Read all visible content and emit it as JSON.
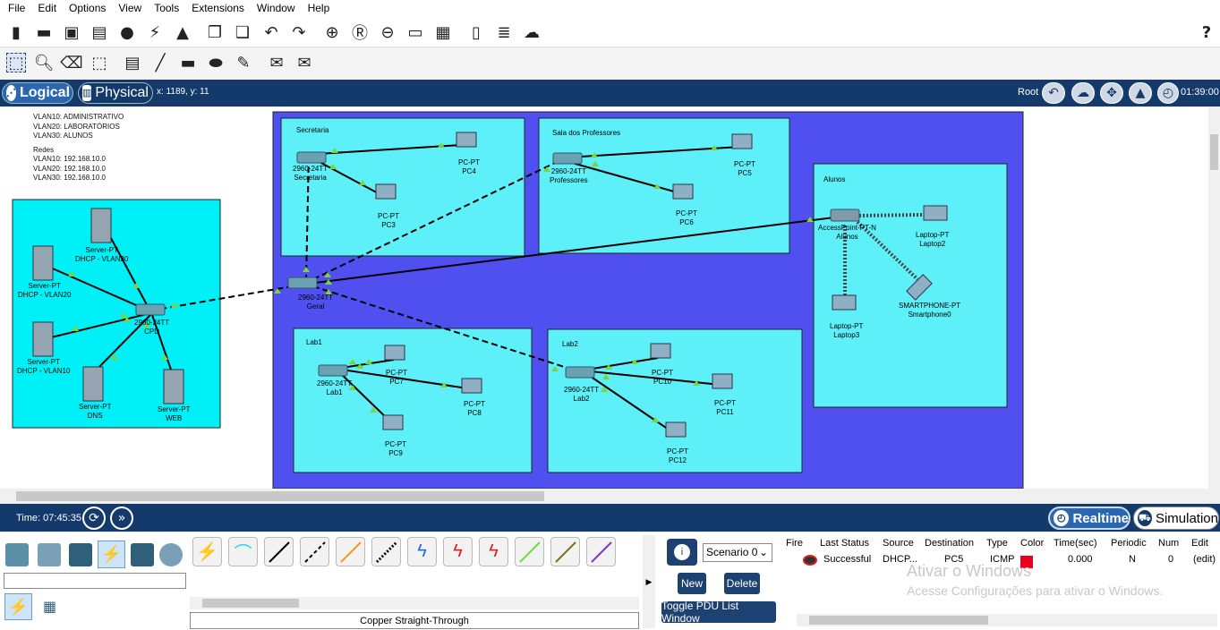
{
  "menu": [
    "File",
    "Edit",
    "Options",
    "View",
    "Tools",
    "Extensions",
    "Window",
    "Help"
  ],
  "help_label": "?",
  "mode_bar": {
    "logical": "Logical",
    "physical": "Physical",
    "coords": "x: 1189, y: 11",
    "root": "Root",
    "clock": "01:39:00"
  },
  "legend": {
    "lines": [
      "VLAN10: ADMINISTRATIVO",
      "VLAN20: LABORATÓRIOS",
      "VLAN30: ALUNOS",
      "Redes",
      "VLAN10: 192.168.10.0",
      "VLAN20: 192.168.10.0",
      "VLAN30: 192.168.10.0"
    ]
  },
  "areas": {
    "secretaria": "Secretaria",
    "professores": "Sala dos Professores",
    "alunos": "Alunos",
    "lab1": "Lab1",
    "lab2": "Lab2"
  },
  "devices": [
    {
      "id": "sw-geral",
      "l1": "2960-24TT",
      "l2": "Geral"
    },
    {
      "id": "sw-cpd",
      "l1": "2960-24TT",
      "l2": "CPD"
    },
    {
      "id": "sw-sec",
      "l1": "2960-24TT",
      "l2": "Secretaria"
    },
    {
      "id": "sw-prof",
      "l1": "2960-24TT",
      "l2": "Professores"
    },
    {
      "id": "sw-lab1",
      "l1": "2960-24TT",
      "l2": "Lab1"
    },
    {
      "id": "sw-lab2",
      "l1": "2960-24TT",
      "l2": "Lab2"
    },
    {
      "id": "ap",
      "l1": "AccessPoint-PT-N",
      "l2": "Alunos"
    },
    {
      "id": "pc4",
      "l1": "PC-PT",
      "l2": "PC4"
    },
    {
      "id": "pc3",
      "l1": "PC-PT",
      "l2": "PC3"
    },
    {
      "id": "pc5",
      "l1": "PC-PT",
      "l2": "PC5"
    },
    {
      "id": "pc6",
      "l1": "PC-PT",
      "l2": "PC6"
    },
    {
      "id": "pc7",
      "l1": "PC-PT",
      "l2": "PC7"
    },
    {
      "id": "pc8",
      "l1": "PC-PT",
      "l2": "PC8"
    },
    {
      "id": "pc9",
      "l1": "PC-PT",
      "l2": "PC9"
    },
    {
      "id": "pc10",
      "l1": "PC-PT",
      "l2": "PC10"
    },
    {
      "id": "pc11",
      "l1": "PC-PT",
      "l2": "PC11"
    },
    {
      "id": "pc12",
      "l1": "PC-PT",
      "l2": "PC12"
    },
    {
      "id": "laptop2",
      "l1": "Laptop-PT",
      "l2": "Laptop2"
    },
    {
      "id": "laptop3",
      "l1": "Laptop-PT",
      "l2": "Laptop3"
    },
    {
      "id": "phone",
      "l1": "SMARTPHONE-PT",
      "l2": "Smartphone0"
    },
    {
      "id": "srv1",
      "l1": "Server-PT",
      "l2": "DHCP - VLAN30"
    },
    {
      "id": "srv2",
      "l1": "Server-PT",
      "l2": "DHCP - VLAN20"
    },
    {
      "id": "srv3",
      "l1": "Server-PT",
      "l2": "DHCP - VLAN10"
    },
    {
      "id": "srv4",
      "l1": "Server-PT",
      "l2": "DNS"
    },
    {
      "id": "srv5",
      "l1": "Server-PT",
      "l2": "WEB"
    }
  ],
  "time": {
    "label": "Time: 07:45:35"
  },
  "realtime": "Realtime",
  "simulation": "Simulation",
  "connection": {
    "selected": "Copper Straight-Through"
  },
  "scenario": {
    "select": "Scenario 0",
    "new": "New",
    "delete": "Delete",
    "toggle": "Toggle PDU List Window"
  },
  "pdu": {
    "headers": [
      "Fire",
      "Last Status",
      "Source",
      "Destination",
      "Type",
      "Color",
      "Time(sec)",
      "Periodic",
      "Num",
      "Edit"
    ],
    "row": [
      "",
      "Successful",
      "DHCP...",
      "PC5",
      "ICMP",
      "",
      "0.000",
      "N",
      "0",
      "(edit)"
    ]
  },
  "watermark": {
    "l1": "Ativar o Windows",
    "l2": "Acesse Configurações para ativar o Windows."
  },
  "colors": {
    "topbar": "#143a6b",
    "network_bg": "#5050f0",
    "area": "#5ef0f8",
    "cpd": "#00f0f8",
    "link_led": "#7dd33b"
  }
}
